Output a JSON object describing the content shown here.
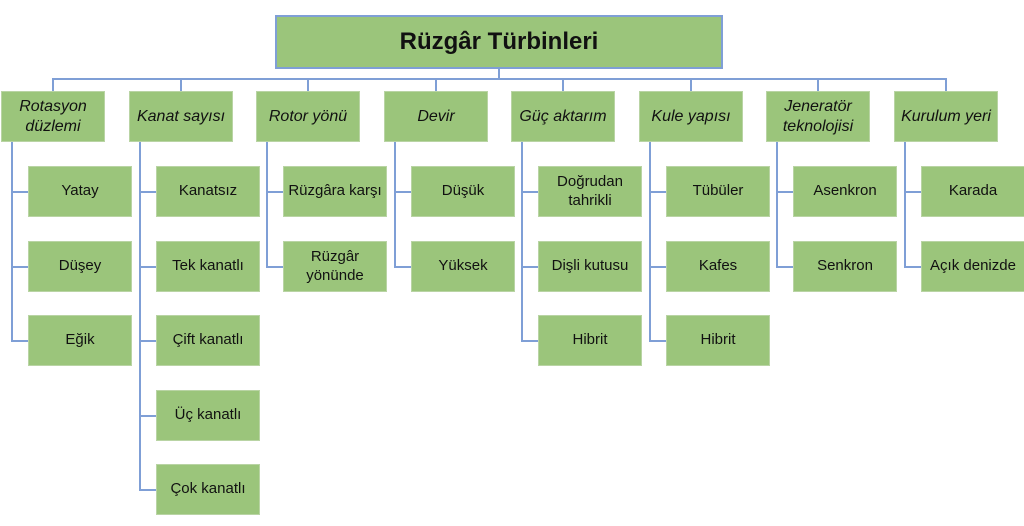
{
  "title": "Rüzgâr Türbinleri",
  "categories": [
    {
      "label": "Rotasyon düzlemi",
      "children": [
        "Yatay",
        "Düşey",
        "Eğik"
      ]
    },
    {
      "label": "Kanat sayısı",
      "children": [
        "Kanatsız",
        "Tek kanatlı",
        "Çift kanatlı",
        "Üç kanatlı",
        "Çok kanatlı"
      ]
    },
    {
      "label": "Rotor yönü",
      "children": [
        "Rüzgâra karşı",
        "Rüzgâr yönünde"
      ]
    },
    {
      "label": "Devir",
      "children": [
        "Düşük",
        "Yüksek"
      ]
    },
    {
      "label": "Güç aktarım",
      "children": [
        "Doğrudan tahrikli",
        "Dişli kutusu",
        "Hibrit"
      ]
    },
    {
      "label": "Kule yapısı",
      "children": [
        "Tübüler",
        "Kafes",
        "Hibrit"
      ]
    },
    {
      "label": "Jeneratör teknolojisi",
      "children": [
        "Asenkron",
        "Senkron"
      ]
    },
    {
      "label": "Kurulum yeri",
      "children": [
        "Karada",
        "Açık denizde"
      ]
    }
  ]
}
